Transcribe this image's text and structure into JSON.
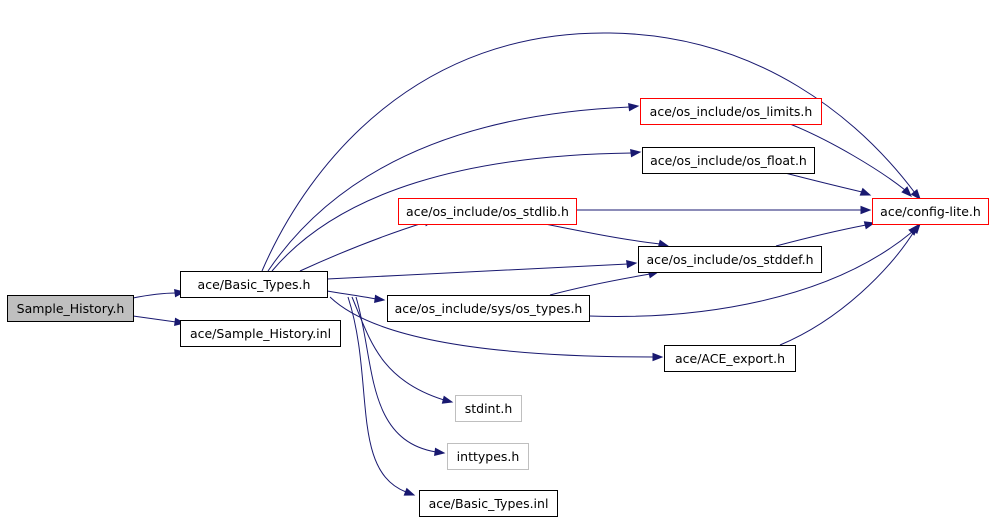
{
  "colors": {
    "edge": "#191970",
    "border_normal": "#000000",
    "border_truncated": "#ff0000",
    "border_external": "#bfbfbf",
    "fill_root": "#bfbfbf",
    "fill_default": "#ffffff"
  },
  "nodes": [
    {
      "id": "sample_history_h",
      "label": "Sample_History.h",
      "kind": "root"
    },
    {
      "id": "basic_types_h",
      "label": "ace/Basic_Types.h",
      "kind": "normal"
    },
    {
      "id": "sample_history_inl",
      "label": "ace/Sample_History.inl",
      "kind": "normal"
    },
    {
      "id": "os_limits_h",
      "label": "ace/os_include/os_limits.h",
      "kind": "truncated"
    },
    {
      "id": "os_float_h",
      "label": "ace/os_include/os_float.h",
      "kind": "normal"
    },
    {
      "id": "os_stdlib_h",
      "label": "ace/os_include/os_stdlib.h",
      "kind": "truncated"
    },
    {
      "id": "config_lite_h",
      "label": "ace/config-lite.h",
      "kind": "truncated"
    },
    {
      "id": "os_stddef_h",
      "label": "ace/os_include/os_stddef.h",
      "kind": "normal"
    },
    {
      "id": "os_types_h",
      "label": "ace/os_include/sys/os_types.h",
      "kind": "normal"
    },
    {
      "id": "ace_export_h",
      "label": "ace/ACE_export.h",
      "kind": "normal"
    },
    {
      "id": "stdint_h",
      "label": "stdint.h",
      "kind": "external"
    },
    {
      "id": "inttypes_h",
      "label": "inttypes.h",
      "kind": "external"
    },
    {
      "id": "basic_types_inl",
      "label": "ace/Basic_Types.inl",
      "kind": "normal"
    }
  ],
  "edges": [
    {
      "from": "sample_history_h",
      "to": "basic_types_h"
    },
    {
      "from": "sample_history_h",
      "to": "sample_history_inl"
    },
    {
      "from": "basic_types_h",
      "to": "config_lite_h"
    },
    {
      "from": "basic_types_h",
      "to": "os_limits_h"
    },
    {
      "from": "basic_types_h",
      "to": "os_float_h"
    },
    {
      "from": "basic_types_h",
      "to": "os_stdlib_h"
    },
    {
      "from": "basic_types_h",
      "to": "os_stddef_h"
    },
    {
      "from": "basic_types_h",
      "to": "os_types_h"
    },
    {
      "from": "basic_types_h",
      "to": "ace_export_h"
    },
    {
      "from": "basic_types_h",
      "to": "stdint_h"
    },
    {
      "from": "basic_types_h",
      "to": "inttypes_h"
    },
    {
      "from": "basic_types_h",
      "to": "basic_types_inl"
    },
    {
      "from": "os_limits_h",
      "to": "config_lite_h"
    },
    {
      "from": "os_float_h",
      "to": "config_lite_h"
    },
    {
      "from": "os_stdlib_h",
      "to": "config_lite_h"
    },
    {
      "from": "os_stdlib_h",
      "to": "os_stddef_h"
    },
    {
      "from": "os_stddef_h",
      "to": "config_lite_h"
    },
    {
      "from": "os_types_h",
      "to": "os_stddef_h"
    },
    {
      "from": "os_types_h",
      "to": "config_lite_h"
    },
    {
      "from": "ace_export_h",
      "to": "config_lite_h"
    }
  ]
}
